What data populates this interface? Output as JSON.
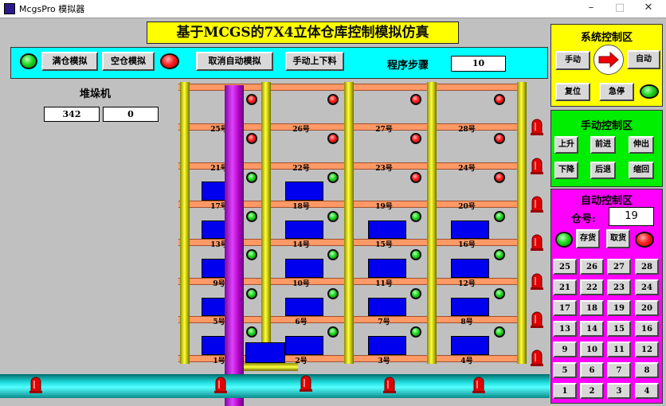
{
  "window": {
    "title": "McgsPro 模拟器",
    "min_label": "–",
    "max_label": "□",
    "close_label": "✕"
  },
  "title": "基于MCGS的7X4立体仓库控制模拟仿真",
  "toolbar": {
    "full_label": "满仓模拟",
    "empty_label": "空仓模拟",
    "cancel_auto_label": "取消自动模拟",
    "manual_load_label": "手动上下料",
    "step_label": "程序步骤",
    "step_value": "10"
  },
  "stacker": {
    "label": "堆垛机",
    "x_value": "342",
    "y_value": "0"
  },
  "slots": [
    [
      "25号",
      "26号",
      "27号",
      "28号"
    ],
    [
      "21号",
      "22号",
      "23号",
      "24号"
    ],
    [
      "17号",
      "18号",
      "19号",
      "20号"
    ],
    [
      "13号",
      "14号",
      "15号",
      "16号"
    ],
    [
      "9号",
      "10号",
      "11号",
      "12号"
    ],
    [
      "5号",
      "6号",
      "7号",
      "8号"
    ],
    [
      "1号",
      "2号",
      "3号",
      "4号"
    ]
  ],
  "system_panel": {
    "title": "系统控制区",
    "manual_label": "手动",
    "auto_label": "自动",
    "reset_label": "复位",
    "estop_label": "急停"
  },
  "manual_panel": {
    "title": "手动控制区",
    "up_label": "上升",
    "forward_label": "前进",
    "extend_label": "伸出",
    "down_label": "下降",
    "back_label": "后退",
    "retract_label": "缩回"
  },
  "auto_panel": {
    "title": "自动控制区",
    "bin_label": "仓号:",
    "bin_value": "19",
    "store_label": "存货",
    "retrieve_label": "取货",
    "numbers": [
      [
        "25",
        "26",
        "27",
        "28"
      ],
      [
        "21",
        "22",
        "23",
        "24"
      ],
      [
        "17",
        "18",
        "19",
        "20"
      ],
      [
        "13",
        "14",
        "15",
        "16"
      ],
      [
        "9",
        "10",
        "11",
        "12"
      ],
      [
        "5",
        "6",
        "7",
        "8"
      ],
      [
        "1",
        "2",
        "3",
        "4"
      ]
    ]
  },
  "colors": {
    "accent_yellow": "#ffff00",
    "cyan": "#00ffff",
    "green": "#00ee00",
    "magenta": "#ff00ff",
    "box_blue": "#0000ee",
    "beam": "#ff9966"
  }
}
